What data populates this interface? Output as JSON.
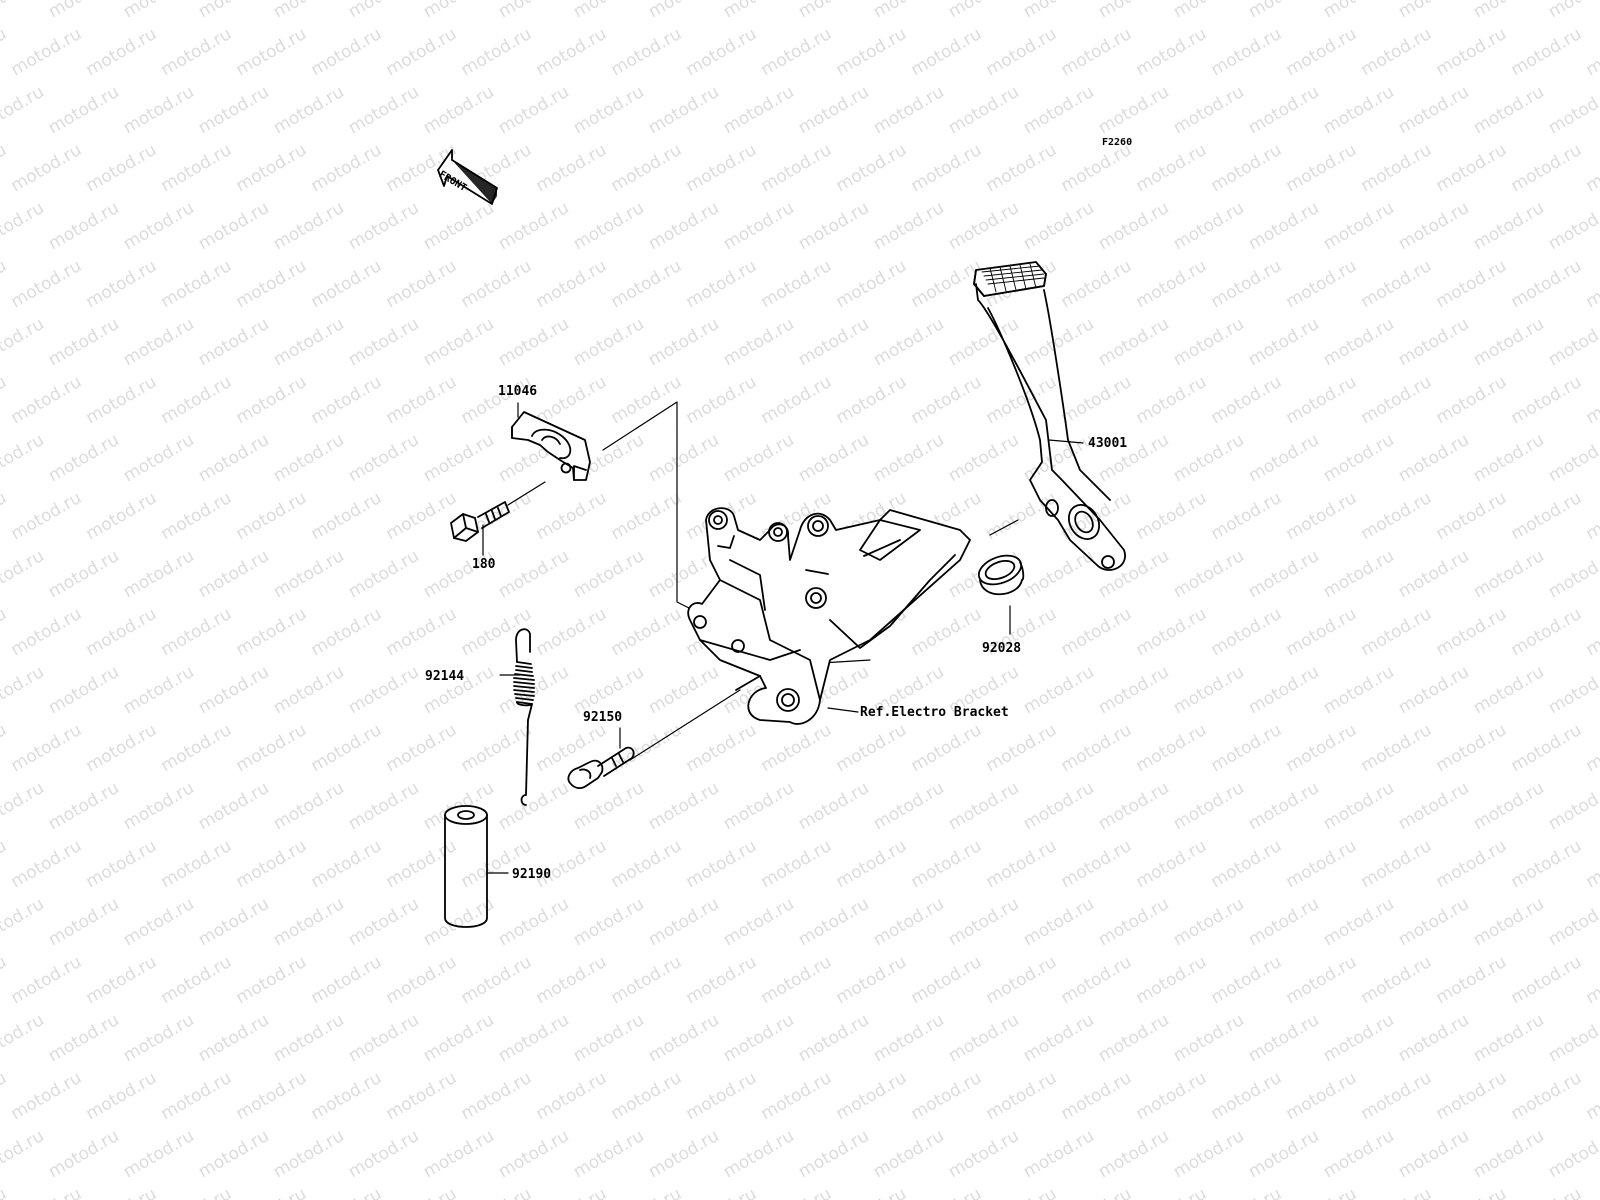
{
  "diagram_code": "F2260",
  "front_label": "FRONT",
  "watermark_text": "motod.ru",
  "watermark_color": "#dcdcdc",
  "line_color": "#000000",
  "parts": [
    {
      "id": "p-11046",
      "code": "11046",
      "name": "bracket-clamp"
    },
    {
      "id": "p-180",
      "code": "180",
      "name": "bolt"
    },
    {
      "id": "p-92144",
      "code": "92144",
      "name": "spring"
    },
    {
      "id": "p-92190",
      "code": "92190",
      "name": "collar-tube"
    },
    {
      "id": "p-92150",
      "code": "92150",
      "name": "shoulder-bolt"
    },
    {
      "id": "p-43001",
      "code": "43001",
      "name": "brake-pedal"
    },
    {
      "id": "p-92028",
      "code": "92028",
      "name": "bushing"
    },
    {
      "id": "p-ref",
      "code": "Ref.Electro Bracket",
      "name": "reference-bracket"
    }
  ]
}
